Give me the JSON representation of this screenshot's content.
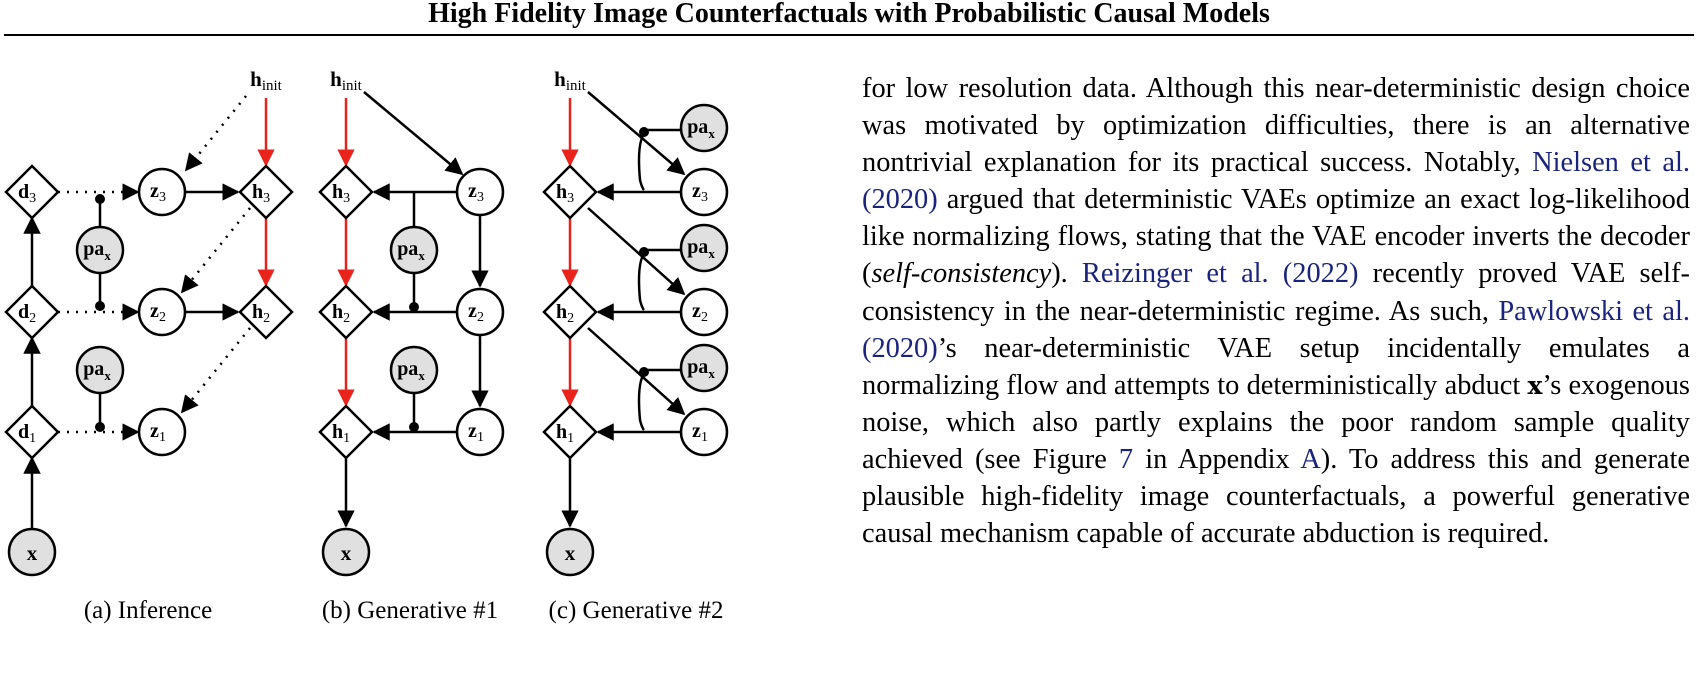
{
  "header": {
    "title": "High Fidelity Image Counterfactuals with Probabilistic Causal Models"
  },
  "figure": {
    "captions": [
      "(a) Inference",
      "(b) Generative #1",
      "(c) Generative #2"
    ],
    "node_labels": {
      "h_init": "h",
      "h_init_sub": "init",
      "d": "d",
      "h": "h",
      "z": "z",
      "x": "x",
      "pa": "pa",
      "pa_sub": "x",
      "sub1": "1",
      "sub2": "2",
      "sub3": "3"
    },
    "colors": {
      "red_edge": "#e8241c",
      "node_fill_gray": "#e0e0e0",
      "cite_blue": "#1a237e"
    }
  },
  "paragraph": {
    "t1": "for low resolution data. Although this near-deterministic design choice was motivated by optimization difficulties, there is an alternative nontrivial explanation for its practical success. Notably, ",
    "c1": "Nielsen et al.",
    "c1y": "2020",
    "t2": " argued that deterministic VAEs optimize an exact log-likelihood like normalizing flows, stating that the VAE encoder inverts the decoder (",
    "t2i": "self-consistency",
    "t3": "). ",
    "c2": "Reizinger et al.",
    "c2y": "2022",
    "t4": " recently proved VAE self-consistency in the near-deterministic regime. As such, ",
    "c3": "Pawlowski et al.",
    "c3y": "2020",
    "t5": "’s near-deterministic VAE setup incidentally emulates a normalizing flow and attempts to deterministically abduct ",
    "xsym": "x",
    "t6": "’s exogenous noise, which also partly explains the poor random sample quality achieved (see Figure ",
    "fig": "7",
    "t7": " in Appendix ",
    "app": "A",
    "t8": "). To address this and generate plausible high-fidelity image counterfactuals, a powerful generative causal mechanism capable of accurate abduction is required."
  }
}
